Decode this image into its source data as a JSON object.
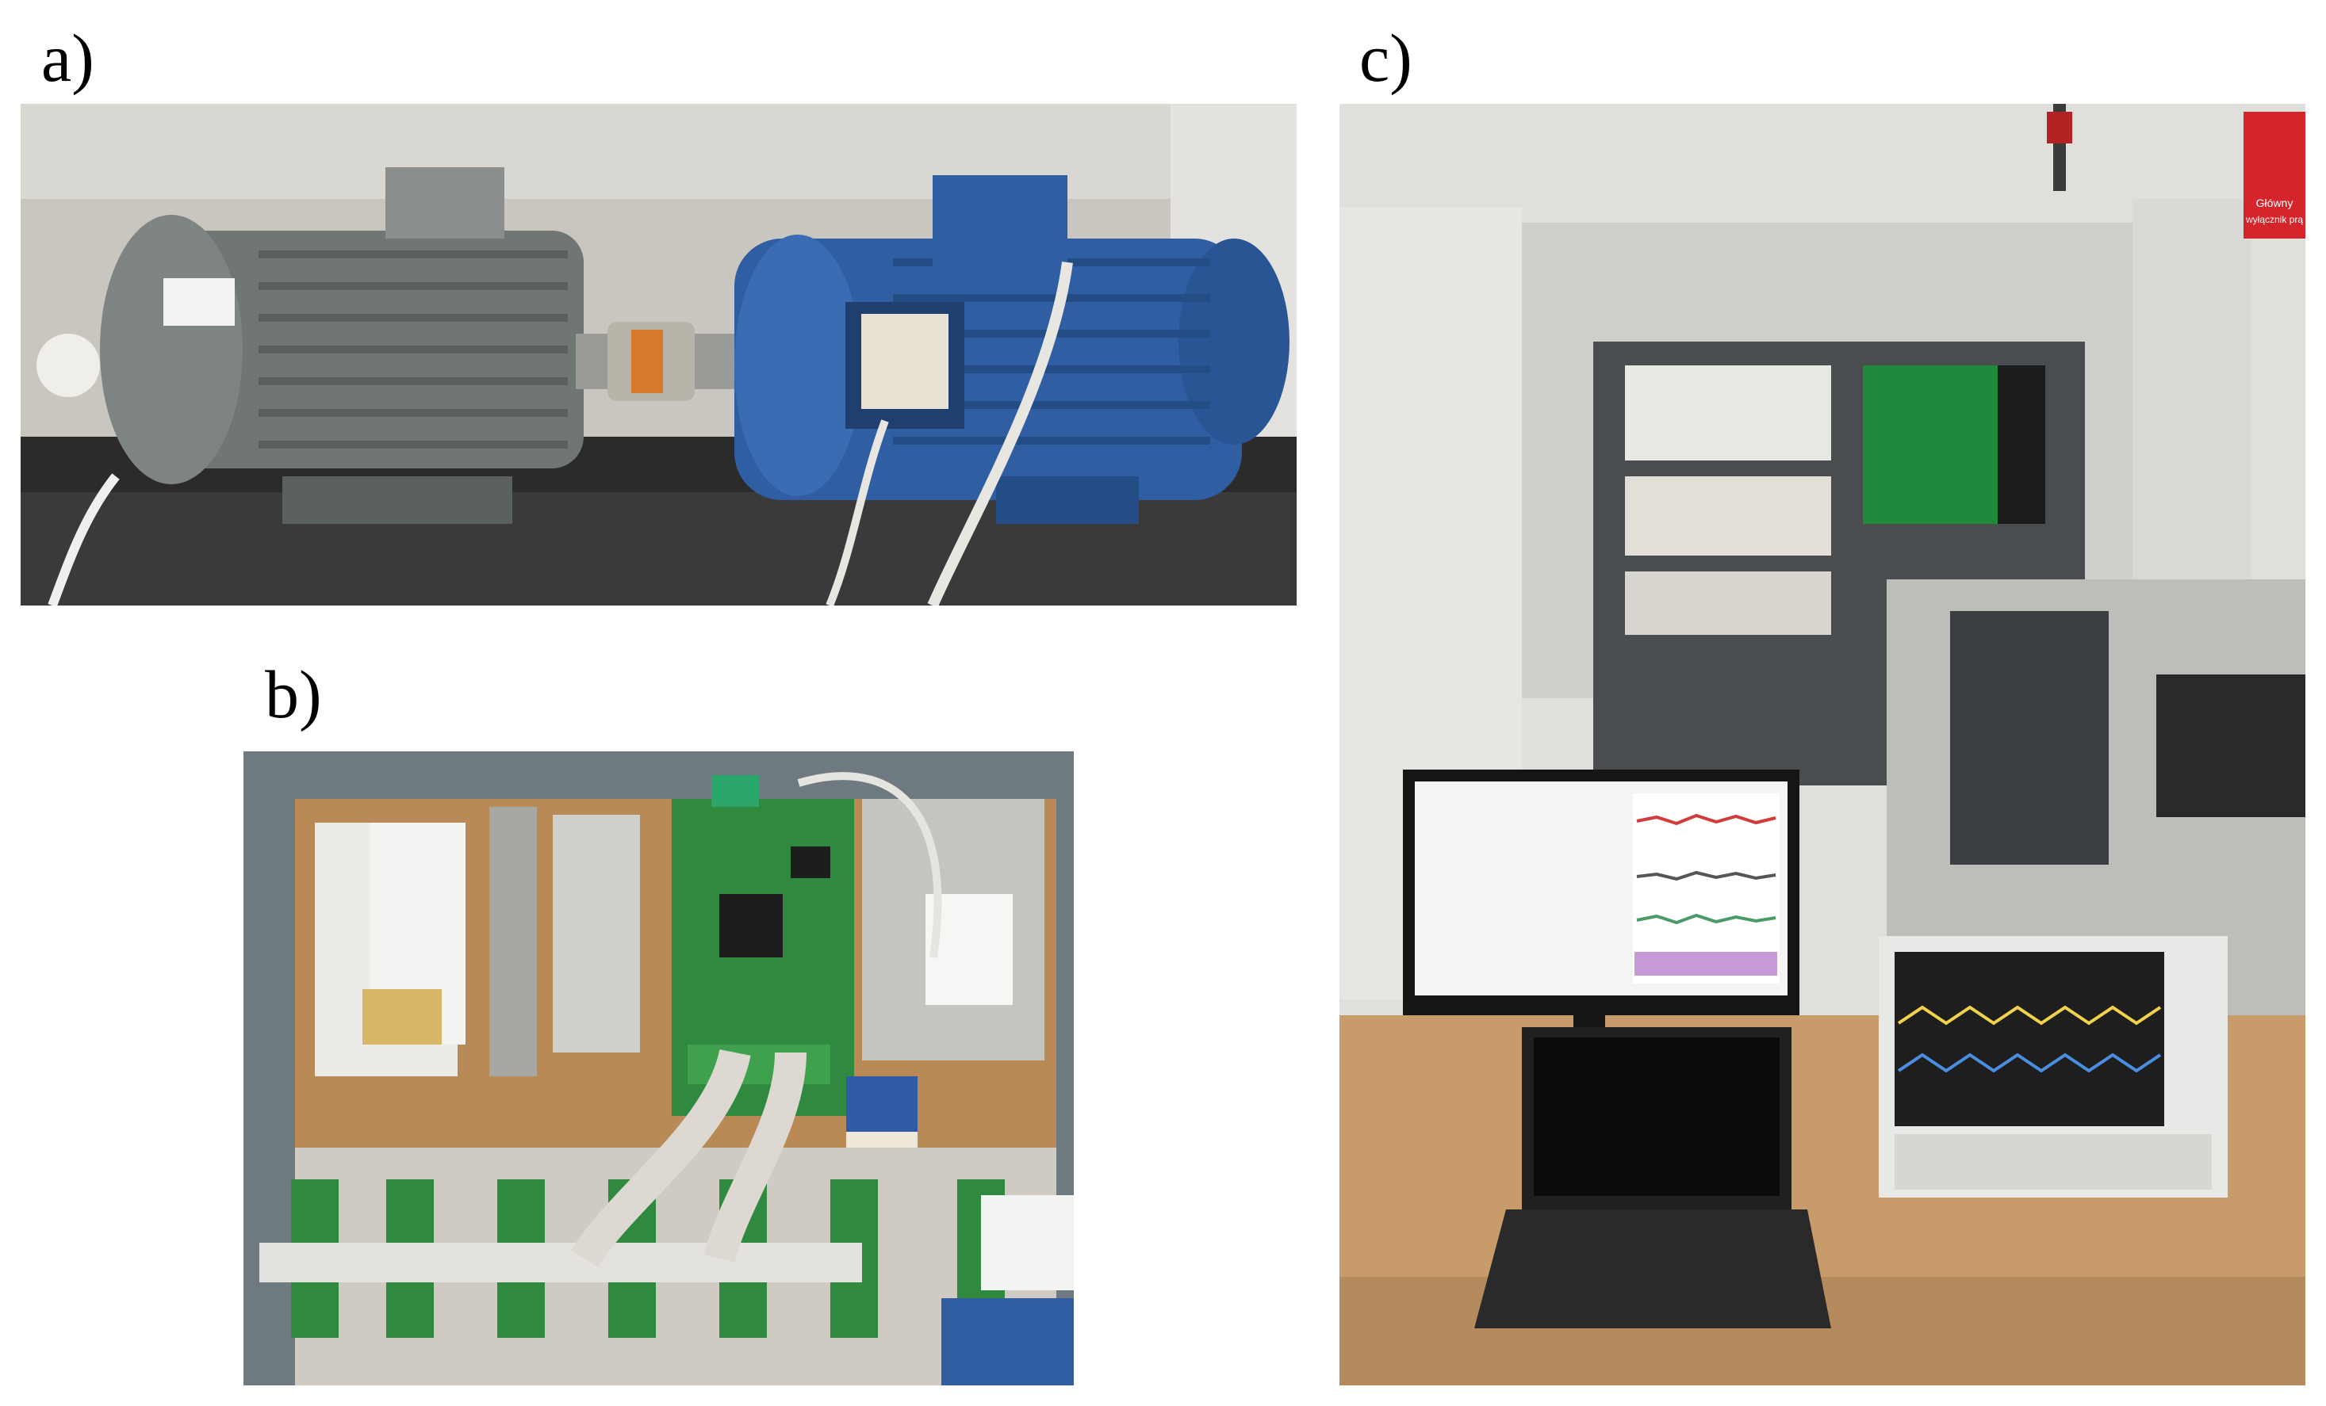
{
  "figure": {
    "panels": [
      {
        "label": "a)",
        "content": "photo"
      },
      {
        "label": "b)",
        "content": "photo"
      },
      {
        "label": "c)",
        "content": "photo"
      }
    ]
  },
  "scene": {
    "sign_text_1": "Główny",
    "sign_text_2": "wyłącznik prą"
  },
  "colors": {
    "motor_grey": "#6f7674",
    "motor_blue": "#2f5ea3",
    "pcb_green": "#2f8a3f",
    "wood": "#b98a55",
    "drive_green": "#1f8a3c"
  }
}
